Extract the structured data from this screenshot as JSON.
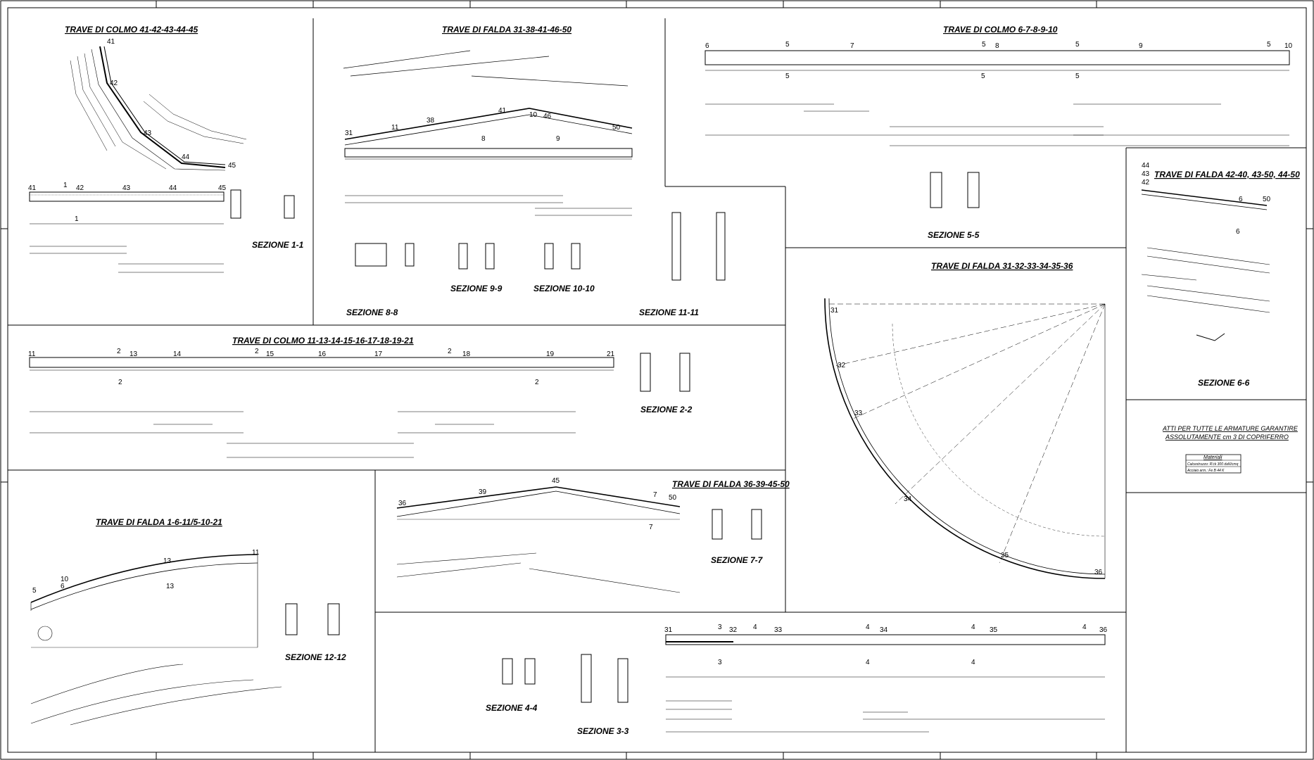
{
  "titles": {
    "colmo_41_45": "TRAVE DI COLMO 41-42-43-44-45",
    "falda_31_50": "TRAVE DI FALDA 31-38-41-46-50",
    "colmo_6_10": "TRAVE DI COLMO 6-7-8-9-10",
    "falda_42_50": "TRAVE DI FALDA 42-40, 43-50, 44-50",
    "falda_31_36": "TRAVE DI FALDA 31-32-33-34-35-36",
    "colmo_11_21": "TRAVE DI COLMO 11-13-14-15-16-17-18-19-21",
    "falda_36_50": "TRAVE DI FALDA 36-39-45-50",
    "falda_1_21": "TRAVE DI FALDA 1-6-11/5-10-21"
  },
  "sections": {
    "s1": "SEZIONE 1-1",
    "s2": "SEZIONE 2-2",
    "s3": "SEZIONE 3-3",
    "s4": "SEZIONE 4-4",
    "s5": "SEZIONE 5-5",
    "s6": "SEZIONE 6-6",
    "s7": "SEZIONE 7-7",
    "s8": "SEZIONE 8-8",
    "s9": "SEZIONE 9-9",
    "s10": "SEZIONE 10-10",
    "s11": "SEZIONE 11-11",
    "s12": "SEZIONE 12-12"
  },
  "notes": {
    "line1": "ATTI PER TUTTE LE ARMATURE GARANTIRE",
    "line2": "ASSOLUTAMENTE cm 3 DI COPRIFERRO"
  },
  "materials": {
    "title": "Materiali",
    "row1": "Calcestruzzo: R'ck 300 daN/cmq",
    "row2": "Acciaio arm.: Fe B 44 K"
  },
  "nodes": {
    "colmo_41_45": [
      "41",
      "42",
      "43",
      "44",
      "45"
    ],
    "colmo_6_10": [
      "6",
      "7",
      "8",
      "9",
      "10"
    ],
    "colmo_11_21": [
      "11",
      "13",
      "14",
      "15",
      "16",
      "17",
      "18",
      "19",
      "21"
    ],
    "falda_31_36_plan": [
      "31",
      "32",
      "33",
      "34",
      "35",
      "36"
    ],
    "falda_31_36_elev": [
      "31",
      "32",
      "33",
      "34",
      "35",
      "36"
    ],
    "falda_42_50": [
      "44",
      "43",
      "42",
      "50"
    ],
    "falda_36_50": [
      "36",
      "39",
      "45",
      "50"
    ],
    "falda_31_50": [
      "31",
      "38",
      "41",
      "46",
      "50"
    ],
    "falda_1_21": [
      "5",
      "10",
      "6",
      "11"
    ]
  },
  "cut_marks": {
    "c1": "1",
    "c2": "2",
    "c3": "3",
    "c4": "4",
    "c5": "5",
    "c6": "6",
    "c7": "7",
    "c8": "8",
    "c9": "9",
    "c10": "10",
    "c11": "11",
    "c13": "13"
  },
  "colors": {
    "ink": "#000000",
    "paper": "#ffffff"
  }
}
